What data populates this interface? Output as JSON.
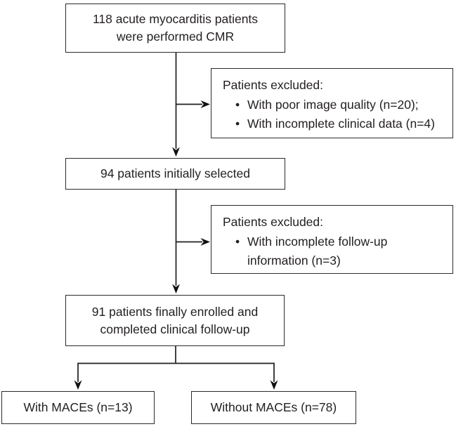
{
  "figure": {
    "background_color": "#ffffff",
    "ink_color": "#231f20",
    "bullet_glyph": "•",
    "boxes": {
      "cmr": {
        "line1": "118 acute myocarditis patients",
        "line2": "were performed CMR"
      },
      "excluded1": {
        "title": "Patients excluded:",
        "bullets": [
          "With poor image quality (n=20);",
          "With incomplete clinical data (n=4)"
        ]
      },
      "selected": {
        "text": "94 patients initially selected"
      },
      "excluded2": {
        "title": "Patients excluded:",
        "bullets": [
          "With incomplete follow-up information (n=3)"
        ]
      },
      "enrolled": {
        "line1": "91 patients finally enrolled and",
        "line2": "completed clinical follow-up"
      },
      "maces": {
        "text": "With MACEs (n=13)"
      },
      "without_maces": {
        "text": "Without MACEs (n=78)"
      }
    }
  }
}
